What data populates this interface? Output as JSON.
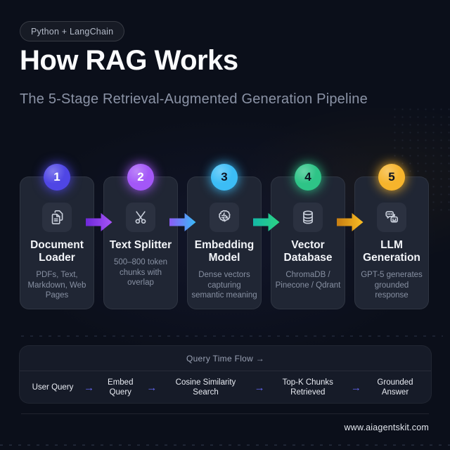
{
  "page": {
    "badge_label": "Python + LangChain",
    "title": "How RAG Works",
    "subtitle": "The 5-Stage Retrieval-Augmented Generation Pipeline"
  },
  "stages": [
    {
      "number": "1",
      "title": "Document Loader",
      "description": "PDFs, Text, Markdown, Web Pages",
      "icon": "documents-icon",
      "color": "#4f46e5",
      "number_color": "#ffffff"
    },
    {
      "number": "2",
      "title": "Text Splitter",
      "description": "500–800 token chunks with overlap",
      "icon": "scissors-icon",
      "color": "#a357f7",
      "number_color": "#ffffff"
    },
    {
      "number": "3",
      "title": "Embedding Model",
      "description": "Dense vectors capturing semantic meaning",
      "icon": "brain-icon",
      "color": "#3cbdf6",
      "number_color": "#0c1220"
    },
    {
      "number": "4",
      "title": "Vector Database",
      "description": "ChromaDB / Pinecone / Qdrant",
      "icon": "database-icon",
      "color": "#2ec487",
      "number_color": "#0c1220"
    },
    {
      "number": "5",
      "title": "LLM Generation",
      "description": "GPT-5 generates grounded response",
      "icon": "robot-chat-icon",
      "color": "#f6b42c",
      "number_color": "#0c1220"
    }
  ],
  "stage_arrows": [
    {
      "from": "#6d28d9",
      "to": "#a855f7"
    },
    {
      "from": "#8b5cf6",
      "to": "#38bdf8"
    },
    {
      "from": "#14b8a6",
      "to": "#2dd483"
    },
    {
      "from": "#c77d12",
      "to": "#fbbf24"
    }
  ],
  "query_flow": {
    "title": "Query Time Flow →",
    "arrow_glyph": "→",
    "steps": [
      "User Query",
      "Embed Query",
      "Cosine Similarity Search",
      "Top-K Chunks Retrieved",
      "Grounded Answer"
    ]
  },
  "footer": {
    "website": "www.aiagentskit.com"
  }
}
